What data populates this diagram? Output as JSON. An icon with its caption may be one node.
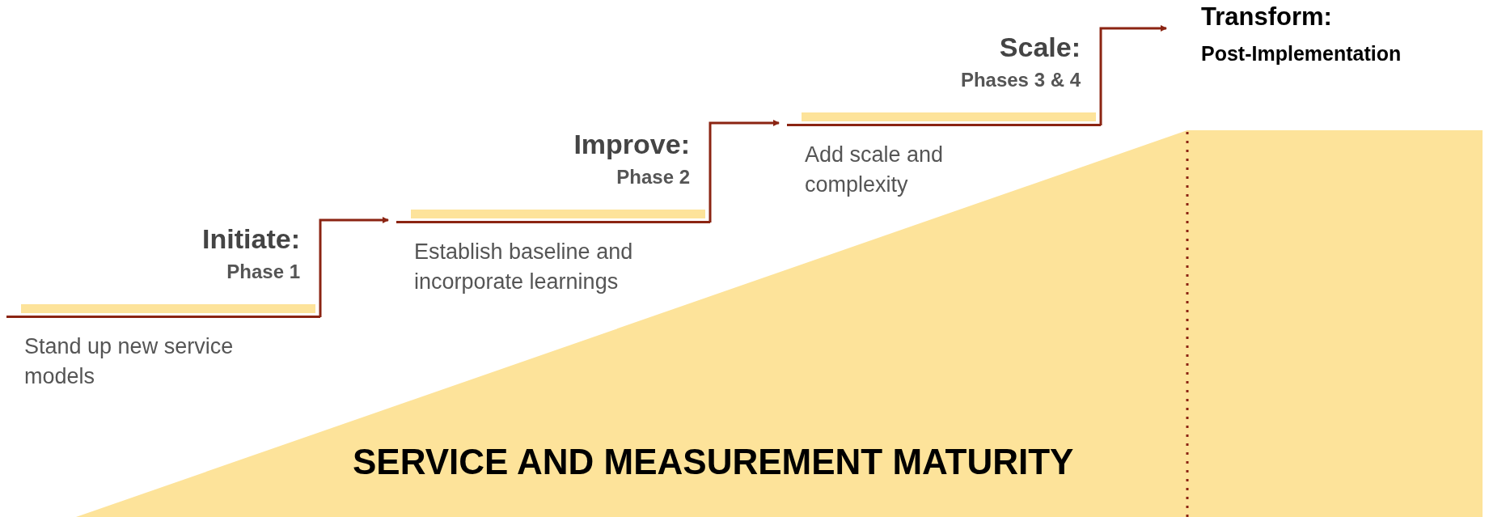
{
  "diagram": {
    "nodes": [
      {
        "text": [
          "Initiate:",
          "Phase 1",
          "Stand up new service models"
        ]
      },
      {
        "text": [
          "Improve:",
          "Phase 2",
          "Establish baseline and incorporate learnings"
        ]
      },
      {
        "text": [
          "Scale:",
          "Phases 3 & 4",
          "Add scale and complexity"
        ]
      },
      {
        "text": [
          "Transform:",
          "Post-Implementation"
        ]
      }
    ],
    "edges": [
      {
        "from": 0,
        "to": 1,
        "arrow": "to"
      },
      {
        "from": 1,
        "to": 2,
        "arrow": "to"
      },
      {
        "from": 2,
        "to": 3,
        "arrow": "to"
      }
    ],
    "labels": [
      "SERVICE AND MEASUREMENT MATURITY"
    ]
  }
}
